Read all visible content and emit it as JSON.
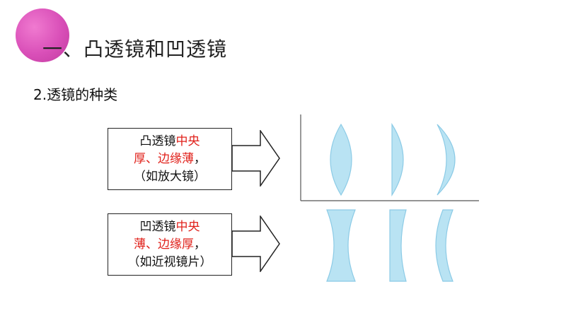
{
  "slide": {
    "title": "一、凸透镜和凹透镜",
    "subtitle": "2.透镜的种类"
  },
  "convex": {
    "name": "凸透镜",
    "feature_red": "中央",
    "line2_red": "厚、边缘薄",
    "line2_tail": "，",
    "line3": "（如放大镜）"
  },
  "concave": {
    "name": "凹透镜",
    "feature_red": "中央",
    "line2_red": "薄、边缘厚",
    "line2_tail": "，",
    "line3": "（如近视镜片）"
  },
  "colors": {
    "accent": "#d94fb8",
    "highlight_text": "#e0201a",
    "lens_fill": "#b9e3f3",
    "lens_stroke": "#8ccbe6"
  }
}
